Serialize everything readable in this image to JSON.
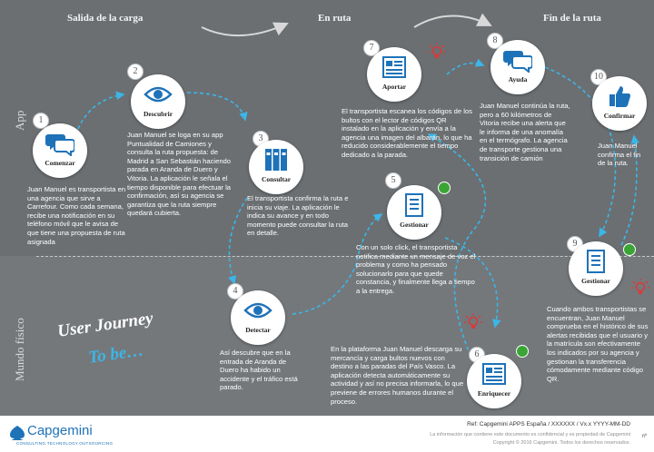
{
  "phases": [
    "Salida de la carga",
    "En ruta",
    "Fin de la ruta"
  ],
  "lanes": {
    "app": "App",
    "physical": "Mundo físico"
  },
  "journey_title": {
    "line1": "User Journey",
    "line2": "To be…"
  },
  "steps": [
    {
      "num": "1",
      "label": "Comenzar",
      "icon": "chat-icon",
      "text": "Juan Manuel es transportista en una agencia que sirve a Carrefour. Como cada semana, recibe una notificación en su teléfono móvil que le avisa de que tiene una propuesta de ruta asignada"
    },
    {
      "num": "2",
      "label": "Descubrir",
      "icon": "eye-icon",
      "text": "Juan Manuel se loga en su app Puntualidad de Camiones y consulta la ruta propuesta: de Madrid a San Sebastián haciendo parada en Aranda de Duero y Vitoria. La aplicación le señala el tiempo disponible para efectuar la confirmación, así su agencia se garantiza que la ruta siempre quedará cubierta."
    },
    {
      "num": "3",
      "label": "Consultar",
      "icon": "binders-icon",
      "text": "El transportista confirma la ruta e inicia su viaje. La aplicación le indica su avance y en todo momento puede consultar la ruta en detalle."
    },
    {
      "num": "4",
      "label": "Detectar",
      "icon": "eye-icon",
      "text": "Así descubre que en la entrada de Aranda de Duero ha habido un accidente y el tráfico está parado."
    },
    {
      "num": "5",
      "label": "Gestionar",
      "icon": "list-icon",
      "text": "Con un solo click, el transportista notifica mediante un mensaje de voz el problema y como ha pensado solucionarlo para que quede constancia, y finalmente llega a tiempo a la entrega."
    },
    {
      "num": "6",
      "label": "Enriquecer",
      "icon": "id-card-icon",
      "text": "En la plataforma Juan Manuel descarga su mercancía y carga bultos nuevos con destino a las paradas del País Vasco. La aplicación detecta automáticamente su actividad y así no precisa informarla, lo que previene de errores humanos durante el proceso."
    },
    {
      "num": "7",
      "label": "Aportar",
      "icon": "id-card-icon",
      "text": "El transportista escanea los códigos de los bultos con el lector de códigos QR instalado en la aplicación y envía a la agencia una imagen del albarán, lo que ha reducido considerablemente el tiempo dedicado a la parada."
    },
    {
      "num": "8",
      "label": "Ayuda",
      "icon": "chat-icon",
      "text": "Juan Manuel continúa la ruta, pero a 60 kilómetros de Vitoria recibe una alerta que le informa de una anomalía en el termógrafo. La agencia de transporte gestiona una transición de camión"
    },
    {
      "num": "9",
      "label": "Gestionar",
      "icon": "list-icon",
      "text": "Cuando ambos transportistas se encuentran, Juan Manuel comprueba en el histórico de sus alertas recibidas que el usuario y la matrícula son efectivamente los indicados por su agencia y gestionan la transferencia cómodamente mediante código QR."
    },
    {
      "num": "10",
      "label": "Confirmar",
      "icon": "thumbs-up-icon",
      "text": "Juan Manuel confirma el fin de la ruta."
    }
  ],
  "footer": {
    "brand": "Capgemini",
    "tagline": "CONSULTING.TECHNOLOGY.OUTSOURCING",
    "ref": "Ref: Capgemini APPS España / XXXXXX / Vx.x YYYY-MM-DD",
    "confidential": "La información que contiene este documento es confidencial y es propiedad de Capgemini",
    "copyright": "Copyright © 2016 Capgemini. Todos los derechos reservados.",
    "page": "nº"
  },
  "colors": {
    "bg_top": "#6b6f72",
    "bg_bottom": "#74787b",
    "accent": "#1e72b8",
    "arrow": "#3bb6e8",
    "smile": "#3aa535",
    "alert": "#d93a3a"
  }
}
